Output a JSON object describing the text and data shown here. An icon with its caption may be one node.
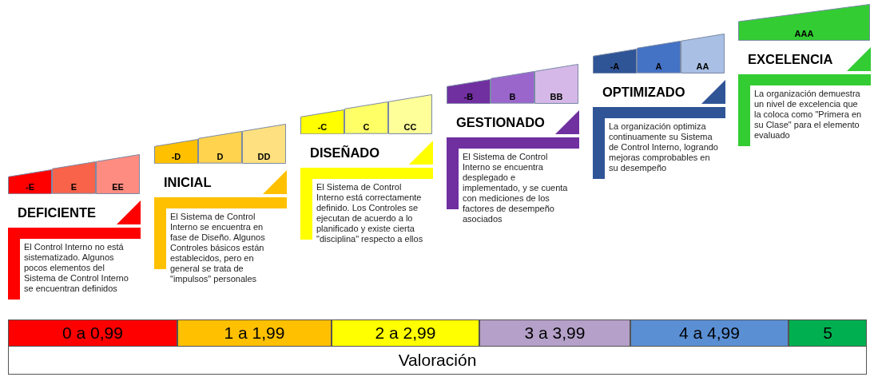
{
  "diagram": {
    "nodes": [
      {
        "text": [
          "-E"
        ]
      },
      {
        "text": [
          "E"
        ]
      },
      {
        "text": [
          "EE"
        ]
      },
      {
        "text": [
          "DEFICIENTE",
          "El Control Interno no está sistematizado. Algunos pocos elementos del Sistema de Control Interno se encuentran definidos"
        ]
      },
      {
        "text": [
          "-D"
        ]
      },
      {
        "text": [
          "D"
        ]
      },
      {
        "text": [
          "DD"
        ]
      },
      {
        "text": [
          "INICIAL",
          "El Sistema de Control Interno se encuentra en fase de Diseño. Algunos Controles básicos están establecidos, pero en general se trata de \"impulsos\" personales"
        ]
      },
      {
        "text": [
          "-C"
        ]
      },
      {
        "text": [
          "C"
        ]
      },
      {
        "text": [
          "CC"
        ]
      },
      {
        "text": [
          "DISEÑADO",
          "El Sistema de Control Interno está correctamente definido. Los Controles se ejecutan de acuerdo a lo planificado y existe cierta \"disciplina\" respecto a ellos"
        ]
      },
      {
        "text": [
          "-B"
        ]
      },
      {
        "text": [
          "B"
        ]
      },
      {
        "text": [
          "BB"
        ]
      },
      {
        "text": [
          "GESTIONADO",
          "El Sistema de Control Interno se encuentra desplegado e implementado, y se cuenta con mediciones de los factores de desempeño asociados"
        ]
      },
      {
        "text": [
          "-A"
        ]
      },
      {
        "text": [
          "A"
        ]
      },
      {
        "text": [
          "AA"
        ]
      },
      {
        "text": [
          "OPTIMIZADO",
          "La organización optimiza continuamente su Sistema de Control Interno, logrando mejoras comprobables en su desempeño"
        ]
      },
      {
        "text": [
          "AAA"
        ]
      },
      {
        "text": [
          "EXCELENCIA",
          "La organización demuestra un nivel de excelencia que la coloca como \"Primera en su Clase\" para el elemento evaluado"
        ]
      },
      {
        "text": [
          "0 a 0,99"
        ]
      },
      {
        "text": [
          "1 a 1,99"
        ]
      },
      {
        "text": [
          "2 a 2,99"
        ]
      },
      {
        "text": [
          "3 a 3,99"
        ]
      },
      {
        "text": [
          "4 a 4,99"
        ]
      },
      {
        "text": [
          "5"
        ]
      },
      {
        "text": [
          "Valoración"
        ]
      }
    ]
  }
}
